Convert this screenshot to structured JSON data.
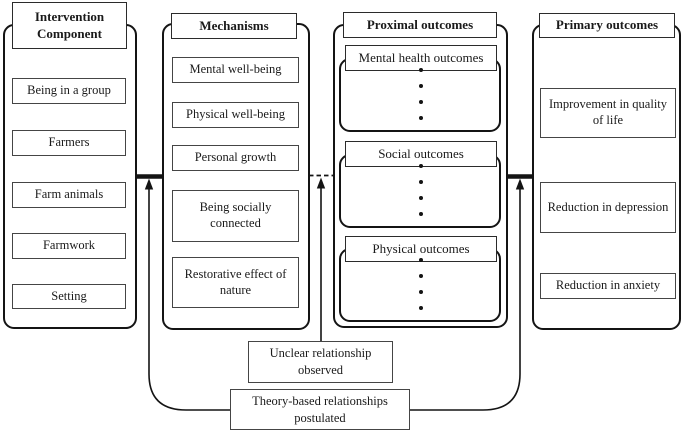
{
  "diagram": {
    "columns": {
      "intervention": {
        "title": "Intervention Component",
        "items": [
          "Being in a group",
          "Farmers",
          "Farm animals",
          "Farmwork",
          "Setting"
        ]
      },
      "mechanisms": {
        "title": "Mechanisms",
        "items": [
          "Mental well-being",
          "Physical well-being",
          "Personal growth",
          "Being socially connected",
          "Restorative effect of nature"
        ]
      },
      "proximal": {
        "title": "Proximal outcomes",
        "groups": [
          "Mental health outcomes",
          "Social outcomes",
          "Physical outcomes"
        ]
      },
      "primary": {
        "title": "Primary outcomes",
        "items": [
          "Improvement in quality of life",
          "Reduction in depression",
          "Reduction in anxiety"
        ]
      }
    },
    "legend": {
      "unclear": "Unclear relationship observed",
      "theory": "Theory-based relationships postulated"
    },
    "colors": {
      "line": "#141414",
      "thin_border": "#454545",
      "background": "#ffffff"
    }
  }
}
